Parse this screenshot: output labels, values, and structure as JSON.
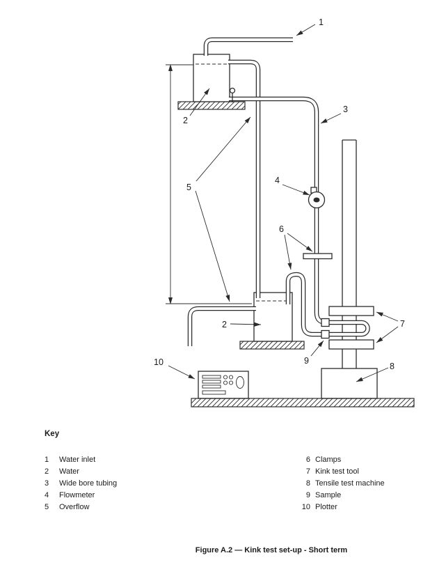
{
  "diagram": {
    "callouts": {
      "inlet": "1",
      "water_upper": "2",
      "water_lower": "2",
      "tubing": "3",
      "flowmeter": "4",
      "overflow": "5",
      "clamps": "6",
      "kink_tool": "7",
      "tensile_machine": "8",
      "sample": "9",
      "plotter": "10"
    }
  },
  "key": {
    "title": "Key",
    "left": [
      {
        "num": "1",
        "label": "Water inlet"
      },
      {
        "num": "2",
        "label": "Water"
      },
      {
        "num": "3",
        "label": "Wide bore tubing"
      },
      {
        "num": "4",
        "label": "Flowmeter"
      },
      {
        "num": "5",
        "label": "Overflow"
      }
    ],
    "right": [
      {
        "num": "6",
        "label": "Clamps"
      },
      {
        "num": "7",
        "label": "Kink test tool"
      },
      {
        "num": "8",
        "label": "Tensile test machine"
      },
      {
        "num": "9",
        "label": "Sample"
      },
      {
        "num": "10",
        "label": "Plotter"
      }
    ]
  },
  "caption": "Figure A.2 — Kink test set-up - Short term"
}
